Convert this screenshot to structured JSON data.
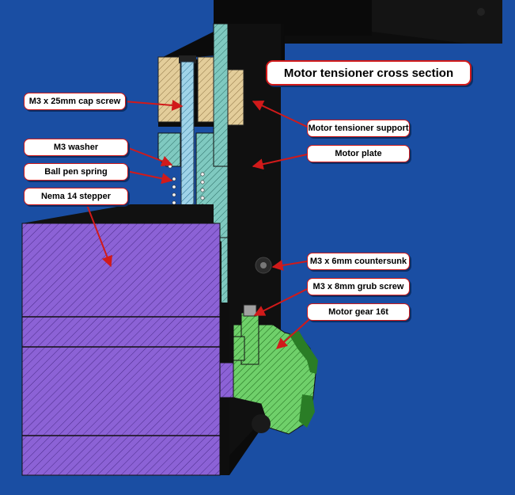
{
  "title": "Motor tensioner cross section",
  "labels": {
    "cap_screw": "M3 x 25mm cap screw",
    "washer": "M3 washer",
    "spring": "Ball pen spring",
    "stepper": "Nema 14 stepper",
    "tensioner_support": "Motor tensioner support",
    "motor_plate": "Motor plate",
    "countersunk": "M3 x 6mm countersunk",
    "grub_screw": "M3 x 8mm grub screw",
    "motor_gear": "Motor gear 16t"
  },
  "colors": {
    "background": "#1a4ea3",
    "plate": "#7fc9c0",
    "stepper": "#8c62d6",
    "wood": "#e3cd9a",
    "gear": "#6fd06a",
    "arrow": "#d11a1a"
  }
}
